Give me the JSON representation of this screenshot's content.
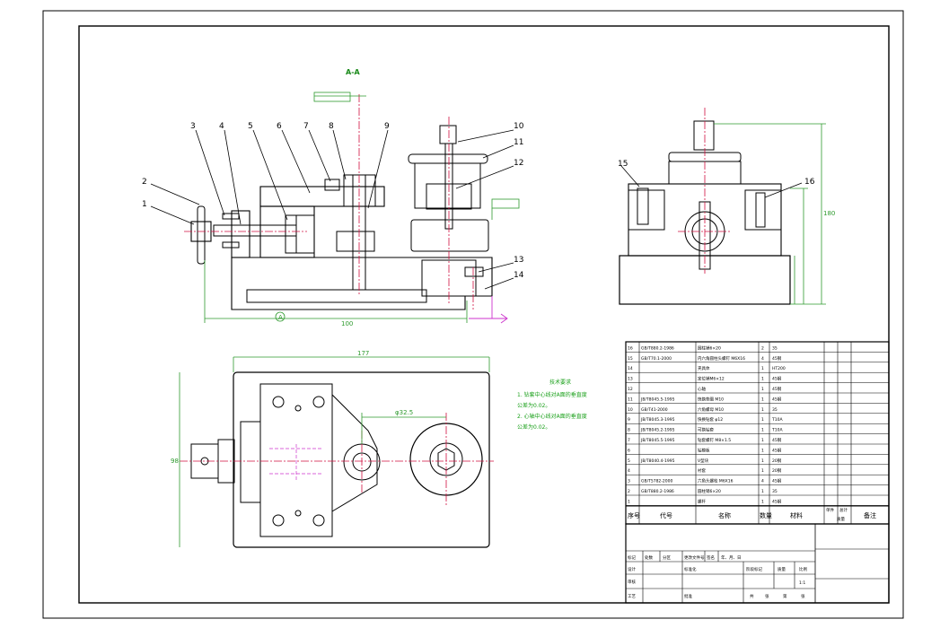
{
  "section_label": "A-A",
  "part_numbers": [
    "1",
    "2",
    "3",
    "4",
    "5",
    "6",
    "7",
    "8",
    "9",
    "10",
    "11",
    "12",
    "13",
    "14",
    "15",
    "16"
  ],
  "tech_req": {
    "title": "技术要求",
    "lines": [
      "1. 钻套中心线对A面的垂直度",
      "公差为0.02。",
      "2. 心轴中心线对A面的垂直度",
      "公差为0.02。"
    ]
  },
  "datum_label": "A",
  "bom": {
    "headers": {
      "seq": "序号",
      "code": "代号",
      "name": "名称",
      "qty": "数量",
      "material": "材料",
      "single": "单件",
      "total": "总计",
      "mass": "质量",
      "remark": "备注"
    },
    "rows": [
      {
        "no": "16",
        "code": "GB/T880.2-1986",
        "name": "圆柱销6×20",
        "qty": "2",
        "mat": "35"
      },
      {
        "no": "15",
        "code": "GB/T70.1-2000",
        "name": "内六角圆柱头螺钉 M6X16",
        "qty": "4",
        "mat": "45钢"
      },
      {
        "no": "14",
        "code": "",
        "name": "夹具体",
        "qty": "1",
        "mat": "HT200"
      },
      {
        "no": "13",
        "code": "",
        "name": "定位销M6×12",
        "qty": "1",
        "mat": "45钢"
      },
      {
        "no": "12",
        "code": "",
        "name": "心轴",
        "qty": "1",
        "mat": "45钢"
      },
      {
        "no": "11",
        "code": "JB/T8045.5-1995",
        "name": "快换垫圈 M10",
        "qty": "1",
        "mat": "45钢"
      },
      {
        "no": "10",
        "code": "GB/T41-2000",
        "name": "六角螺母 M10",
        "qty": "1",
        "mat": "35"
      },
      {
        "no": "9",
        "code": "JB/T8045.3-1995",
        "name": "快换钻套 φ12",
        "qty": "1",
        "mat": "T10A"
      },
      {
        "no": "8",
        "code": "JB/T8045.2-1995",
        "name": "可换钻套",
        "qty": "1",
        "mat": "T10A"
      },
      {
        "no": "7",
        "code": "JB/T8045.5-1995",
        "name": "钻套螺钉 M8×1.5",
        "qty": "1",
        "mat": "45钢"
      },
      {
        "no": "6",
        "code": "",
        "name": "钻模板",
        "qty": "1",
        "mat": "45钢"
      },
      {
        "no": "5",
        "code": "JB/T8040.4-1995",
        "name": "V型块",
        "qty": "1",
        "mat": "20钢"
      },
      {
        "no": "4",
        "code": "",
        "name": "衬套",
        "qty": "1",
        "mat": "20钢"
      },
      {
        "no": "3",
        "code": "GB/T5782-2000",
        "name": "六角头螺栓 M6X16",
        "qty": "4",
        "mat": "45钢"
      },
      {
        "no": "2",
        "code": "GB/T880.2-1986",
        "name": "圆柱销6×20",
        "qty": "1",
        "mat": "35"
      },
      {
        "no": "1",
        "code": "",
        "name": "螺杆",
        "qty": "1",
        "mat": "45钢"
      }
    ]
  },
  "title_block": {
    "r1": [
      "标记",
      "处数",
      "分区",
      "更改文件号",
      "签名",
      "年、月、日"
    ],
    "r2a": "设计",
    "r2b": "标准化",
    "r2c": [
      "阶段标记",
      "质量",
      "比例"
    ],
    "scale": "1:1",
    "r4a": "审核",
    "r5a": "工艺",
    "r5b": "批准",
    "r5c": [
      "共",
      "张",
      "第",
      "张"
    ]
  },
  "dim_labels": {
    "top_h": "180",
    "top_w_left": "100",
    "plan_w": "177",
    "plan_h": "98",
    "plan_gap": "φ32.5"
  },
  "colors": {
    "dim": "#2e9a2e",
    "center": "#d01040",
    "hatch": "#2aa0a0",
    "line": "#000000"
  }
}
